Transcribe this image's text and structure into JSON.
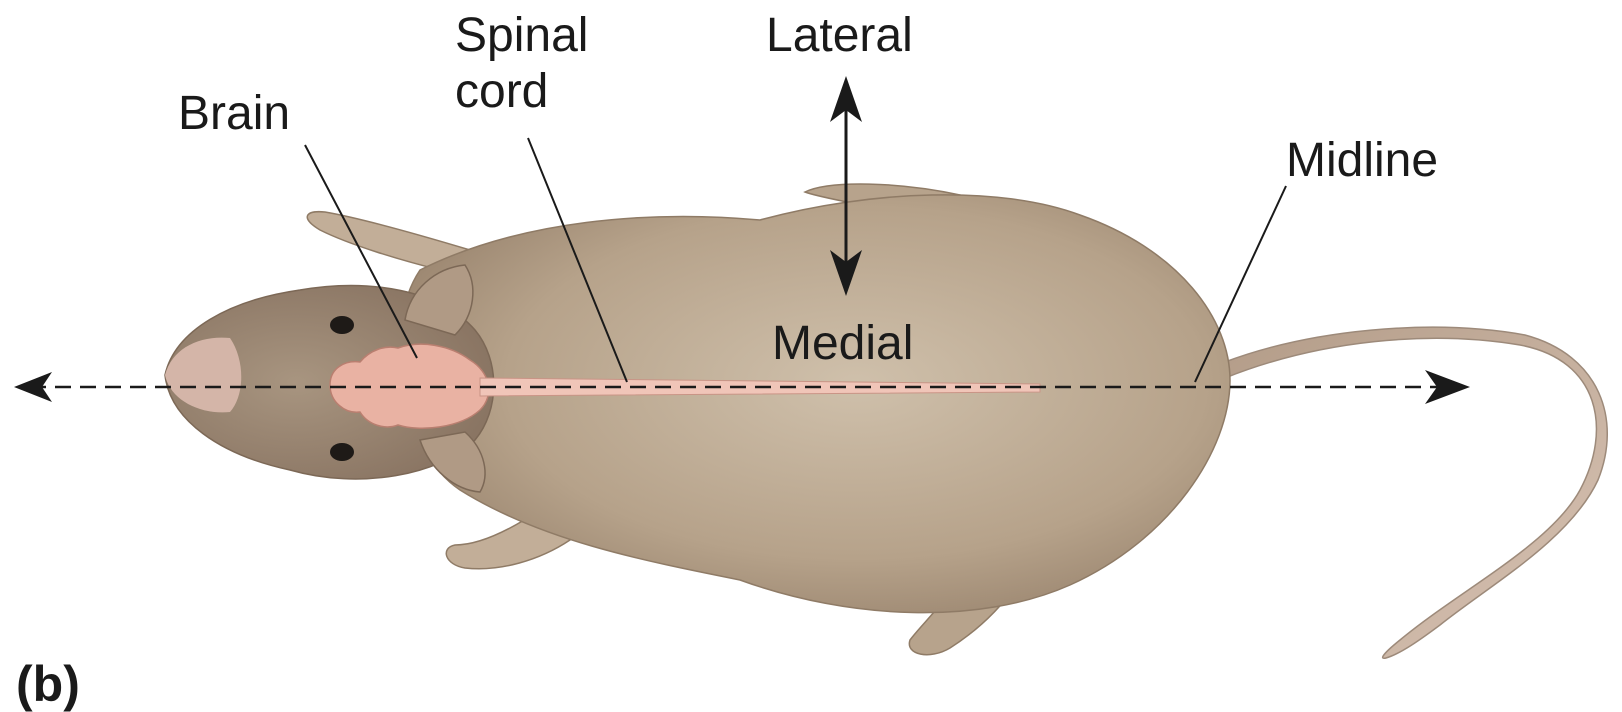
{
  "labels": {
    "brain": "Brain",
    "spinal_line1": "Spinal",
    "spinal_line2": "cord",
    "lateral": "Lateral",
    "medial": "Medial",
    "midline": "Midline",
    "panel": "(b)"
  },
  "colors": {
    "fur": "#b9a58e",
    "fur_dark": "#9a8570",
    "fur_light": "#cdbda8",
    "skin_pink": "#d9b8ac",
    "brain_pink": "#e9b2a3",
    "spinal_cord": "#f0c5b8",
    "ink": "#1a1a1a"
  }
}
